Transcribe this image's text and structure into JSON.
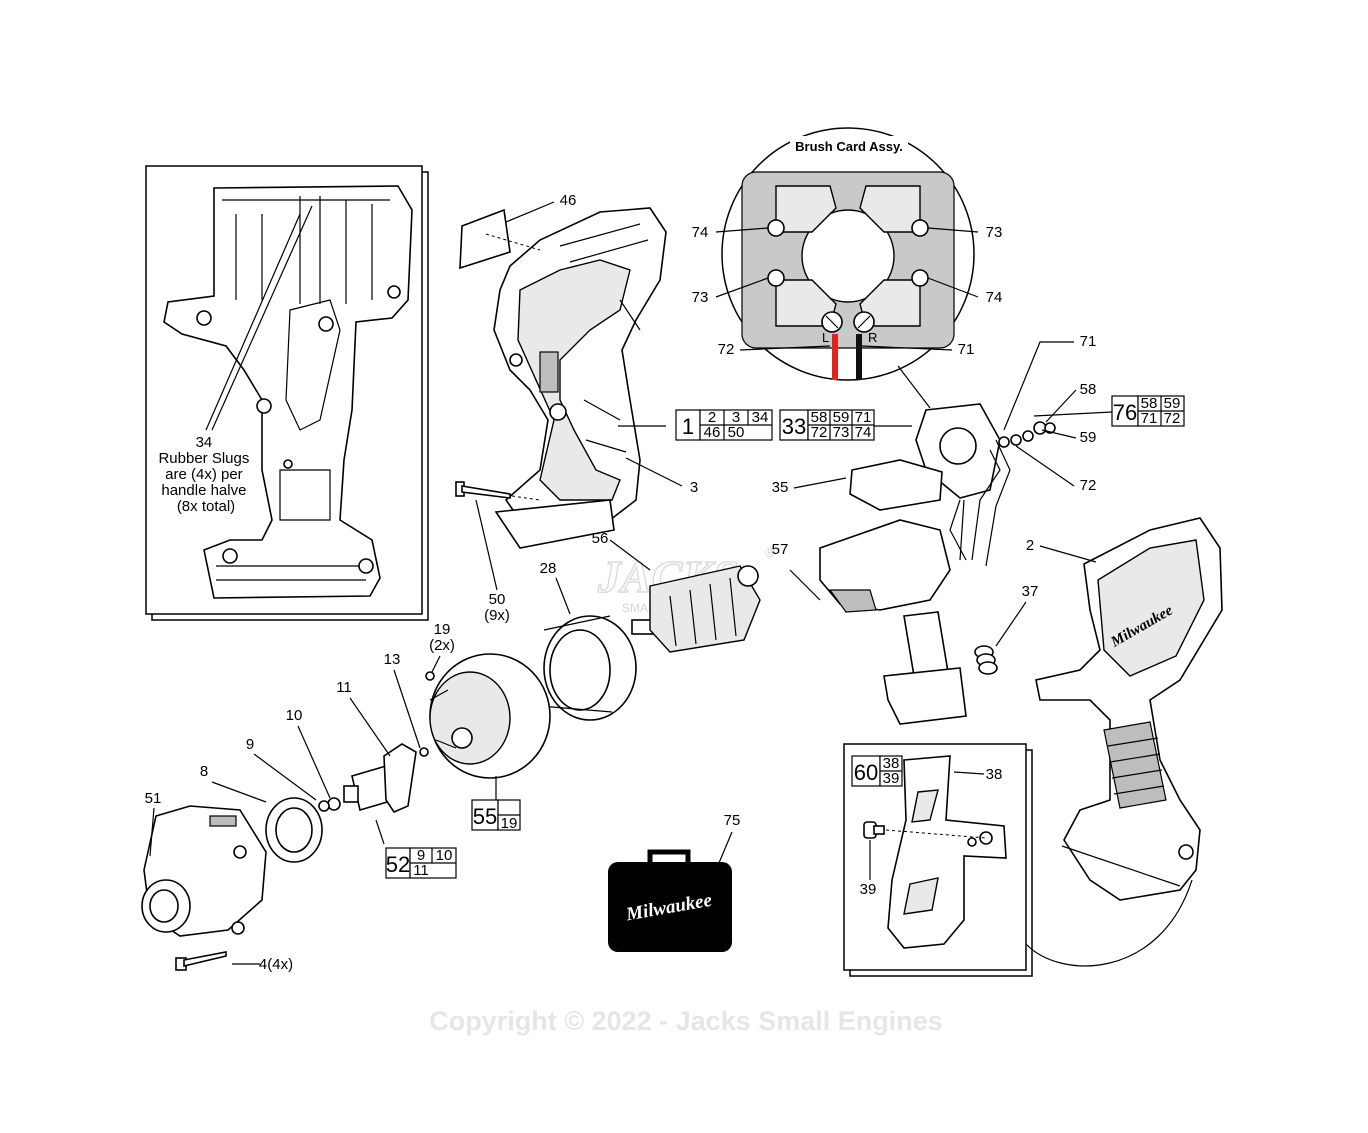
{
  "brush_card_title": "Brush Card Assy.",
  "inset_note": [
    "34",
    "Rubber Slugs",
    "are (4x) per",
    "handle halve",
    "(8x total)"
  ],
  "brush_labels": {
    "l": "L",
    "r": "R"
  },
  "callouts": {
    "c46": "46",
    "c74a": "74",
    "c73a": "73",
    "c73b": "73",
    "c74b": "74",
    "c72a": "72",
    "c71a": "71",
    "c71b": "71",
    "c58": "58",
    "c59": "59",
    "c72b": "72",
    "c3": "3",
    "c35": "35",
    "c2": "2",
    "c56": "56",
    "c57": "57",
    "c28": "28",
    "c50": "50",
    "c50q": "(9x)",
    "c37": "37",
    "c19": "19",
    "c19q": "(2x)",
    "c13": "13",
    "c11": "11",
    "c10": "10",
    "c9": "9",
    "c8": "8",
    "c51": "51",
    "c38": "38",
    "c39": "39",
    "c75": "75",
    "c4": "4(4x)"
  },
  "kits": {
    "k1": {
      "main": "1",
      "cells": [
        "2",
        "3",
        "34",
        "46",
        "50"
      ]
    },
    "k33": {
      "main": "33",
      "cells": [
        "58",
        "59",
        "71",
        "72",
        "73",
        "74"
      ]
    },
    "k76": {
      "main": "76",
      "cells": [
        "58",
        "59",
        "71",
        "72"
      ]
    },
    "k55": {
      "main": "55",
      "cells": [
        "19"
      ]
    },
    "k52": {
      "main": "52",
      "cells": [
        "9",
        "10",
        "11"
      ]
    },
    "k60": {
      "main": "60",
      "cells": [
        "38",
        "39"
      ]
    }
  },
  "brand": "Milwaukee",
  "watermark": "Copyright © 2022 - Jacks Small Engines",
  "watermark_logo": "JACKS",
  "watermark_logo_sub": "SMALL ENGINES",
  "watermark_reg": "®",
  "colors": {
    "wire_red": "#e0231c",
    "wire_black": "#111111",
    "accent_grey": "#bdbdbd",
    "watermark": "#e6e6e6"
  }
}
